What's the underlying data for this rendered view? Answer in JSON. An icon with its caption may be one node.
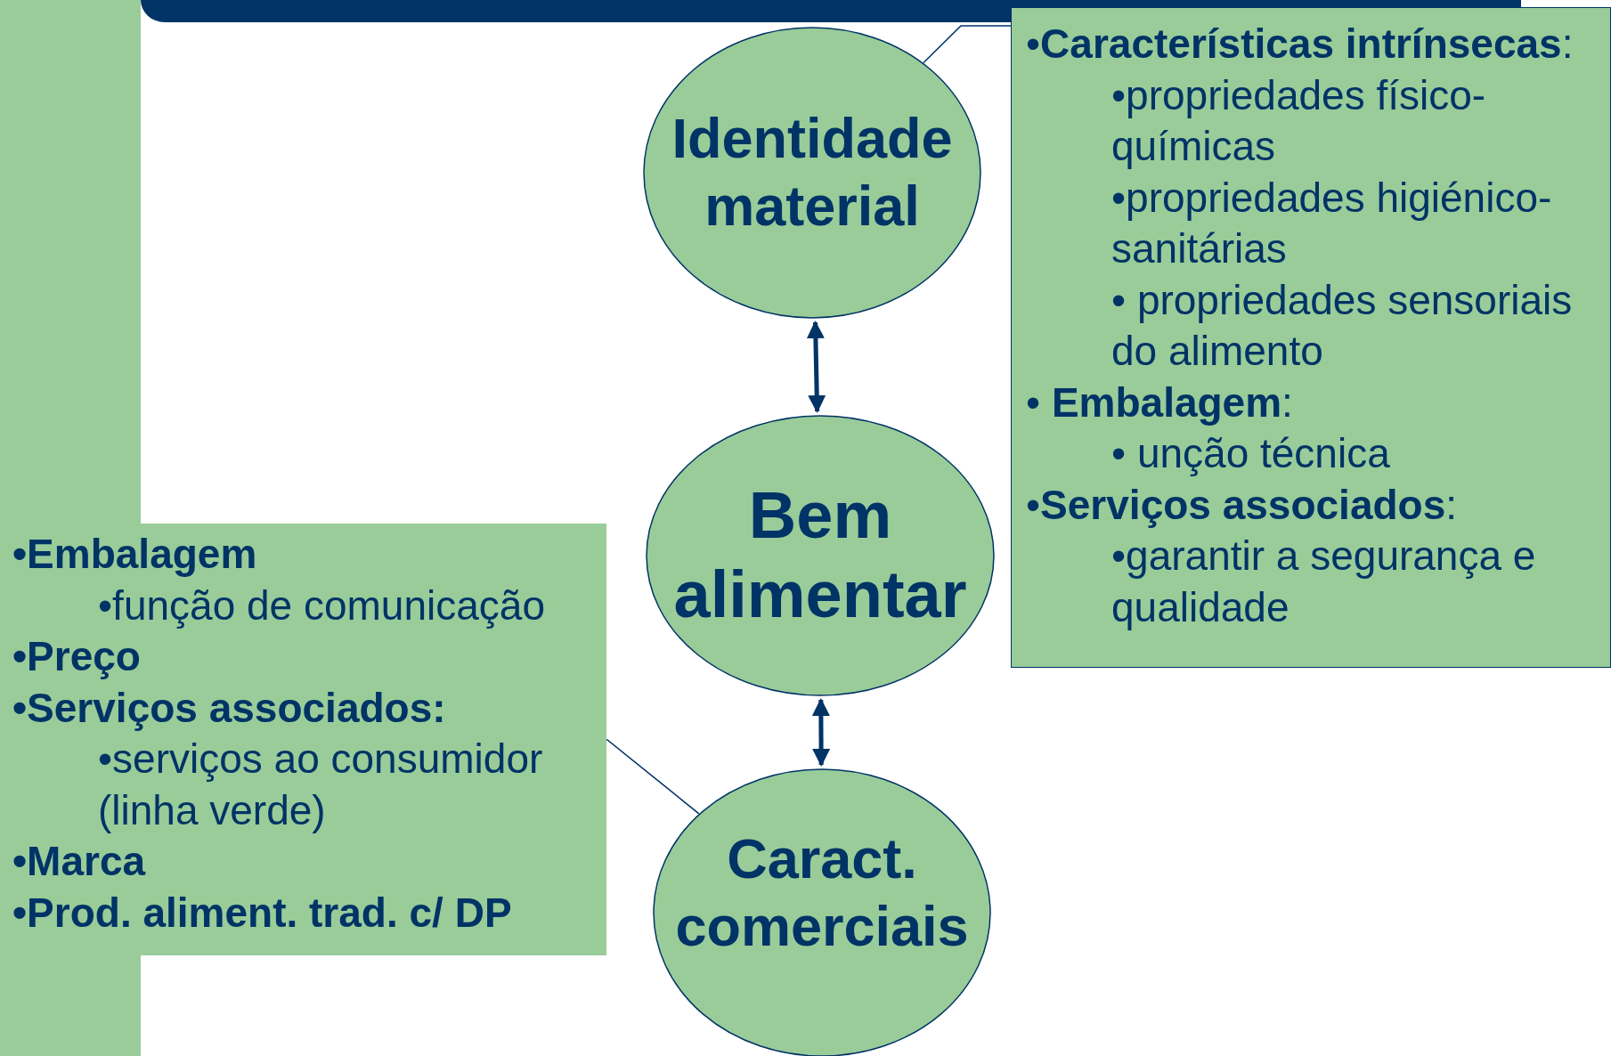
{
  "diagram": {
    "nodes": [
      {
        "text": [
          "Identidade material"
        ]
      },
      {
        "text": [
          "Bem alimentar"
        ]
      },
      {
        "text": [
          "Caract. comerciais"
        ]
      },
      {
        "text": [
          "•**Características intrínsecas**:",
          "•propriedades físico-químicas",
          "•propriedades higiénico-sanitárias",
          "• propriedades sensoriais do alimento",
          "• **Embalagem**:",
          "• unção técnica",
          "•**Serviços associados**:",
          "•garantir a segurança e qualidade"
        ]
      },
      {
        "text": [
          "•Embalagem",
          "•função de comunicação",
          "•Preço",
          "•Serviços associados:",
          "•serviços ao consumidor (linha verde)",
          "•Marca",
          "•Prod. aliment. trad. c/ DP"
        ]
      }
    ],
    "edges": [
      {
        "from": 0,
        "to": 1,
        "arrow": "both",
        "style": "thick"
      },
      {
        "from": 1,
        "to": 2,
        "arrow": "both",
        "style": "thick"
      },
      {
        "from": 3,
        "to": 0,
        "arrow": "none"
      },
      {
        "from": 4,
        "to": 2,
        "arrow": "none"
      }
    ]
  }
}
